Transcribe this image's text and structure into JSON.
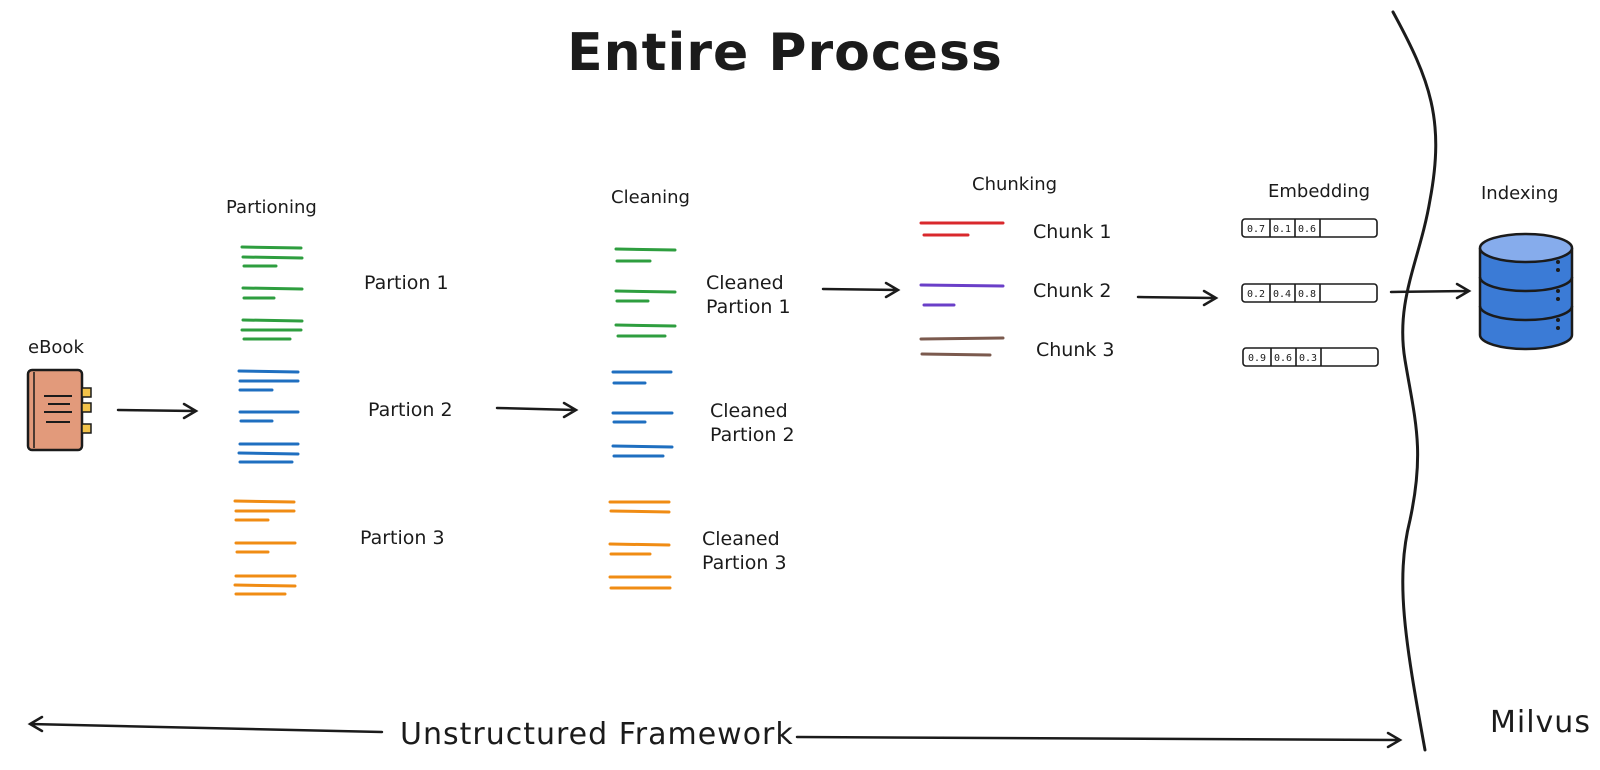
{
  "title": "Entire Process",
  "colors": {
    "ink": "#1b1b1b",
    "green": "#2e9e3f",
    "blue": "#1f6fc0",
    "orange": "#f08c14",
    "red": "#d9282c",
    "purple": "#6a3fc8",
    "brown": "#7b5a4e",
    "book_cover": "#e29a7b",
    "book_clasp": "#f2c24a",
    "db_blue": "#3b7bd6"
  },
  "source": {
    "label": "eBook",
    "icon": "book-icon"
  },
  "stages": {
    "partitioning": {
      "heading": "Partioning",
      "items": [
        {
          "label": "Partion 1",
          "color": "green"
        },
        {
          "label": "Partion 2",
          "color": "blue"
        },
        {
          "label": "Partion 3",
          "color": "orange"
        }
      ]
    },
    "cleaning": {
      "heading": "Cleaning",
      "items": [
        {
          "line1": "Cleaned",
          "line2": "Partion 1",
          "color": "green"
        },
        {
          "line1": "Cleaned",
          "line2": "Partion 2",
          "color": "blue"
        },
        {
          "line1": "Cleaned",
          "line2": "Partion 3",
          "color": "orange"
        }
      ]
    },
    "chunking": {
      "heading": "Chunking",
      "items": [
        {
          "label": "Chunk 1",
          "color": "red"
        },
        {
          "label": "Chunk 2",
          "color": "purple"
        },
        {
          "label": "Chunk 3",
          "color": "brown"
        }
      ]
    },
    "embedding": {
      "heading": "Embedding",
      "vectors": [
        [
          "0.7",
          "0.1",
          "0.6"
        ],
        [
          "0.2",
          "0.4",
          "0.8"
        ],
        [
          "0.9",
          "0.6",
          "0.3"
        ]
      ]
    },
    "indexing": {
      "heading": "Indexing",
      "icon": "database-icon"
    }
  },
  "footer": {
    "framework_label": "Unstructured Framework",
    "milvus_label": "Milvus"
  }
}
